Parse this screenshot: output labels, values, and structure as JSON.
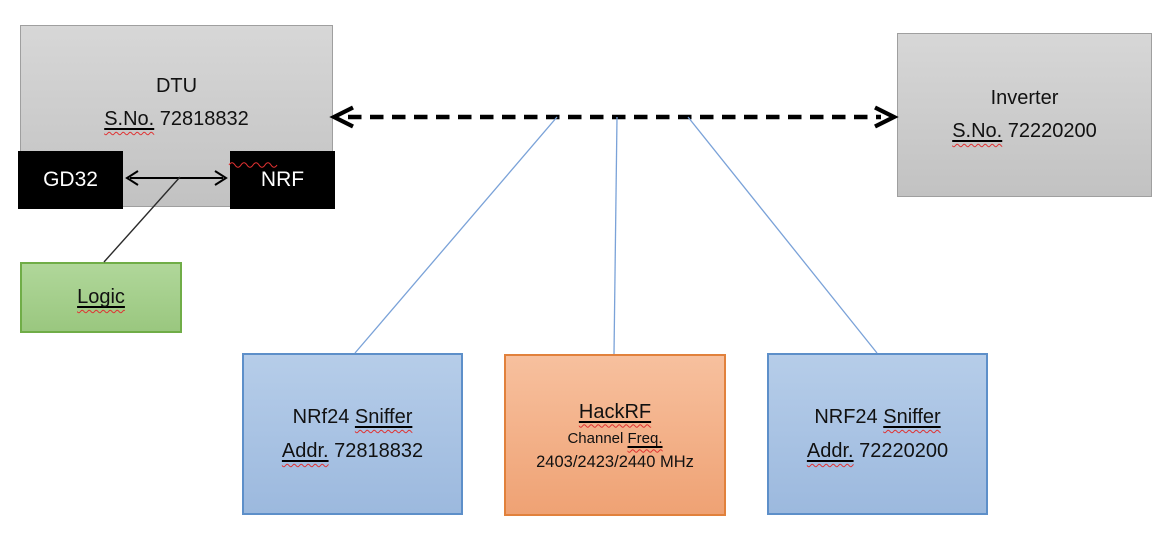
{
  "diagram": {
    "dtu": {
      "title": "DTU",
      "serial_label": "S.No.",
      "serial_value": "72818832",
      "gd32_label": "GD32",
      "nrf_label": "NRF"
    },
    "logic": {
      "label": "Logic"
    },
    "inverter": {
      "title": "Inverter",
      "serial_label": "S.No.",
      "serial_value": "72220200"
    },
    "sniffer_left": {
      "name_prefix": "NRf24",
      "name_flag": "Sniffer",
      "addr_label": "Addr.",
      "addr_value": "72818832"
    },
    "hackrf": {
      "title": "HackRF",
      "freq_prefix": "Channel",
      "freq_flag": "Freq.",
      "freq_values": "2403/2423/2440 MHz"
    },
    "sniffer_right": {
      "name_prefix": "NRF24",
      "name_flag": "Sniffer",
      "addr_label": "Addr.",
      "addr_value": "72220200"
    },
    "colors": {
      "gray_fill": "#cccccc",
      "gray_border": "#9f9f9f",
      "chip_fill": "#000000",
      "chip_text": "#ffffff",
      "green_fill": "#a5cf8c",
      "green_border": "#70ad47",
      "blue_fill": "#a9c3e4",
      "blue_border": "#5d8fc9",
      "orange_fill": "#f3b189",
      "orange_border": "#e1813c",
      "connector_blue": "#7aa2d8",
      "arrow_black": "#000000",
      "spellcheck_red": "#e03131"
    }
  }
}
